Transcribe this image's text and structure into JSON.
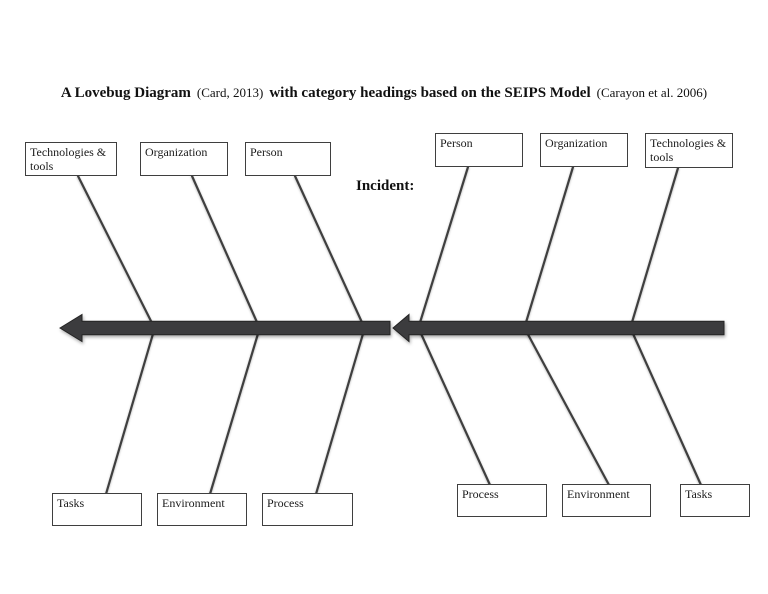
{
  "title": {
    "main": "A Lovebug Diagram",
    "cite1": "(Card, 2013)",
    "sub": "with category headings based on the SEIPS Model",
    "cite2": "(Carayon et al. 2006)"
  },
  "incident_label": "Incident:",
  "boxes": {
    "left_top": [
      "Technologies & tools",
      "Organization",
      "Person"
    ],
    "left_bottom": [
      "Tasks",
      "Environment",
      "Process"
    ],
    "right_top": [
      "Person",
      "Organization",
      "Technologies & tools"
    ],
    "right_bottom": [
      "Process",
      "Environment",
      "Tasks"
    ]
  },
  "colors": {
    "bg": "#ffffff",
    "ink": "#1b1b1b",
    "line": "#3f3f3f",
    "arrow": "#3c3c3e",
    "arrow_edge": "#242424",
    "box_border": "#3f3f3f"
  }
}
